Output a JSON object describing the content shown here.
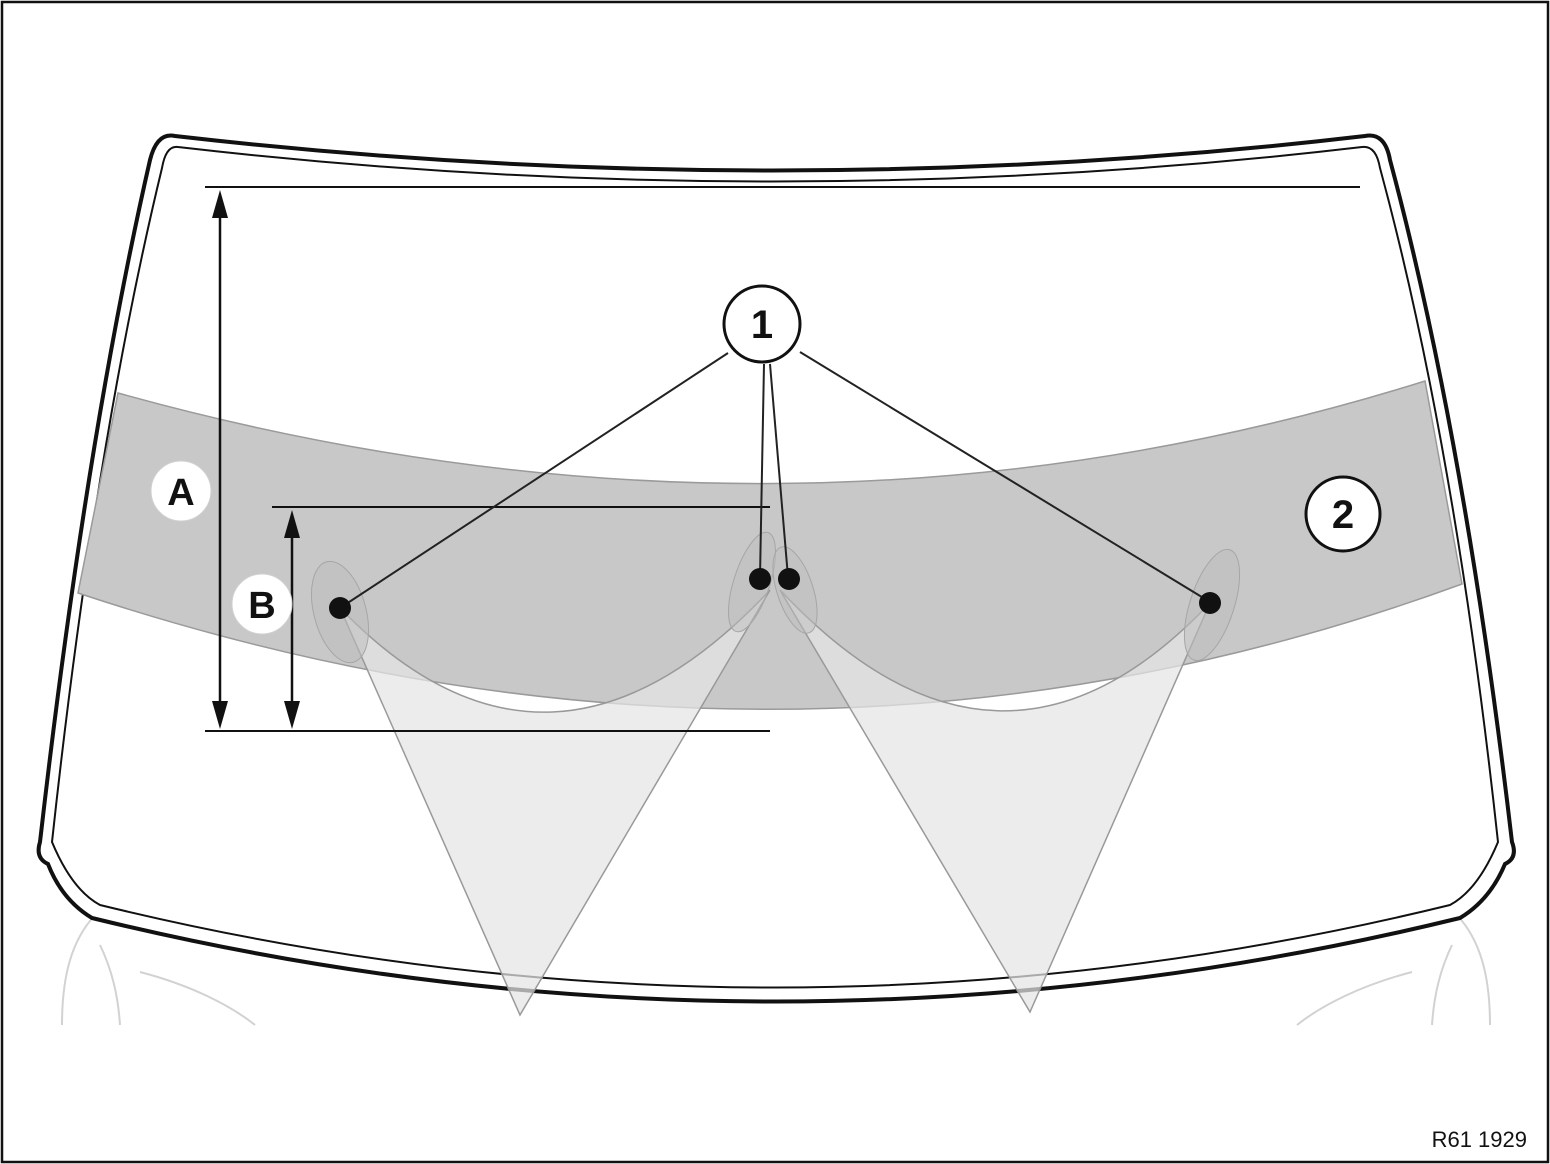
{
  "diagram": {
    "callouts": {
      "nozzles": "1",
      "wiper_zone": "2"
    },
    "dimensions": {
      "a": "A",
      "b": "B"
    },
    "reference_code": "R61 1929"
  }
}
